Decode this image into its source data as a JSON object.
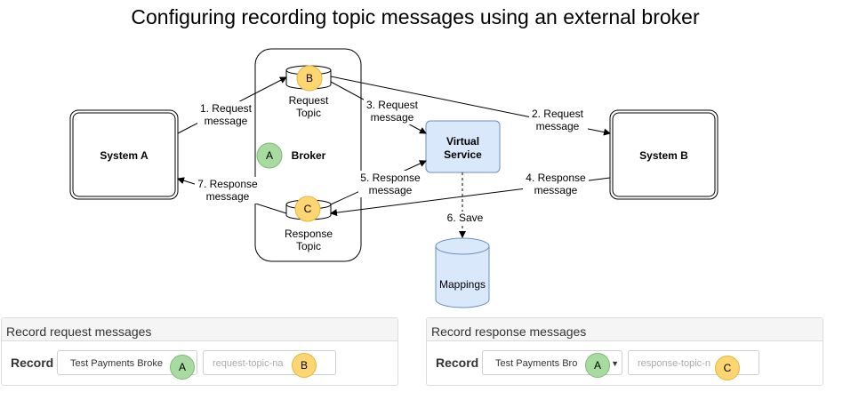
{
  "title": "Configuring recording topic messages using an external broker",
  "diagram": {
    "system_a": "System A",
    "system_b": "System B",
    "broker": "Broker",
    "broker_badge": "A",
    "request_topic_badge": "B",
    "response_topic_badge": "C",
    "request_topic": [
      "Request",
      "Topic"
    ],
    "response_topic": [
      "Response",
      "Topic"
    ],
    "virtual_service": [
      "Virtual",
      "Service"
    ],
    "mappings": "Mappings",
    "edges": {
      "e1": [
        "1. Request",
        "message"
      ],
      "e2": [
        "2. Request",
        "message"
      ],
      "e3": [
        "3. Request",
        "message"
      ],
      "e4": [
        "4. Response",
        "message"
      ],
      "e5": [
        "5. Response",
        "message"
      ],
      "e6": [
        "6. Save"
      ],
      "e7": [
        "7. Response",
        "message"
      ]
    },
    "colors": {
      "virtual_service_fill": "#dae8fc",
      "virtual_service_stroke": "#6c8ebf",
      "green_badge": "#a8dba0",
      "yellow_badge": "#fdd571"
    }
  },
  "panels": {
    "request": {
      "header": "Record request messages",
      "label": "Record",
      "broker_value": "Test Payments Broke",
      "broker_badge": "A",
      "topic_placeholder": "request-topic-na",
      "topic_badge": "B"
    },
    "response": {
      "header": "Record response messages",
      "label": "Record",
      "broker_value": "Test Payments Bro",
      "broker_badge": "A",
      "caret": "▼",
      "topic_placeholder": "response-topic-n",
      "topic_badge": "C"
    }
  }
}
